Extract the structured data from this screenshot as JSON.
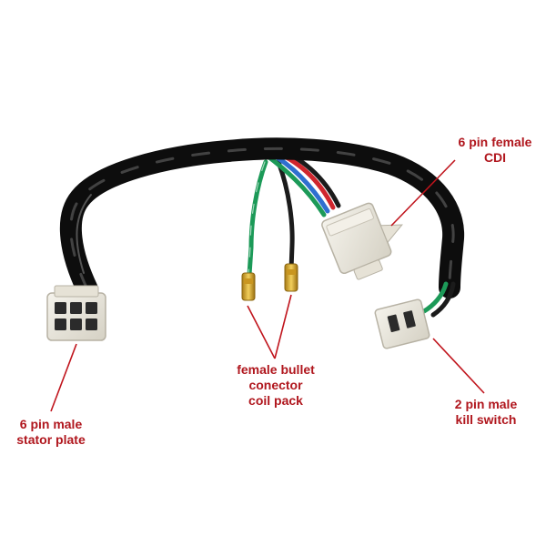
{
  "colors": {
    "background": "#ffffff",
    "label_text": "#b0161d",
    "pointer_line": "#c0141c",
    "sheath": "#111111",
    "connector_body": "#e9e6dc",
    "wire_green": "#1c9a58",
    "wire_blue": "#2f6fd0",
    "wire_red": "#d0262e",
    "wire_black": "#1b1b1b",
    "bullet_brass": "#d7a72b"
  },
  "icons": [
    "six-pin-connector-icon",
    "bullet-connector-icon",
    "cdi-connector-icon",
    "two-pin-connector-icon",
    "wire-harness-icon"
  ],
  "labels": {
    "stator": {
      "line1": "6 pin male",
      "line2": "stator plate"
    },
    "bullet": {
      "line1": "female bullet",
      "line2": "conector",
      "line3": "coil pack"
    },
    "cdi": {
      "line1": "6 pin female",
      "line2": "CDI"
    },
    "kill": {
      "line1": "2 pin male",
      "line2": "kill switch"
    }
  }
}
